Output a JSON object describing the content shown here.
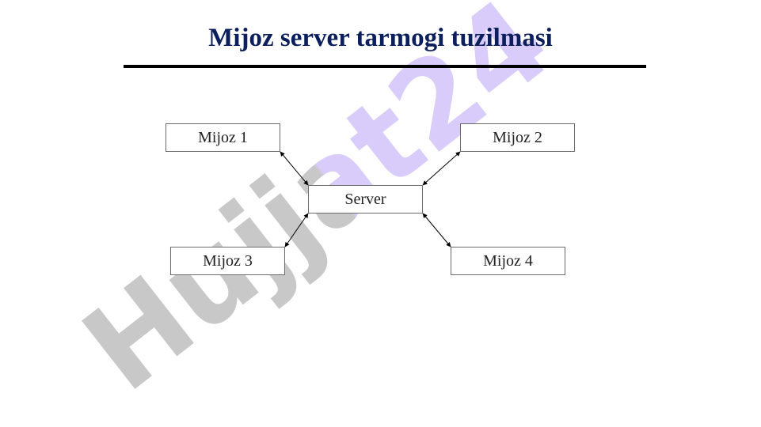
{
  "title": "Mijoz server tarmogi tuzilmasi",
  "nodes": {
    "client1": "Mijoz 1",
    "client2": "Mijoz 2",
    "server": "Server",
    "client3": "Mijoz 3",
    "client4": "Mijoz 4"
  },
  "watermark": "Hujjat24",
  "colors": {
    "title": "#0b1f5c",
    "watermark_gray": "#c8c8c8",
    "watermark_purple": "#d9ccfb"
  }
}
